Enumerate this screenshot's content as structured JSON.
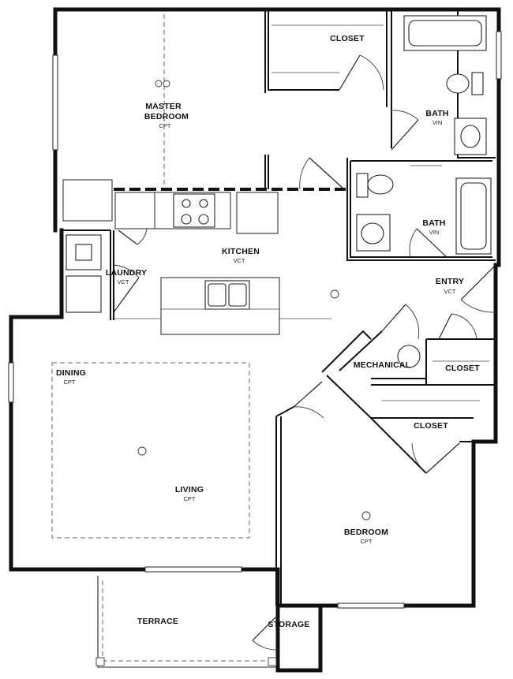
{
  "rooms": {
    "master_bedroom": {
      "name_line1": "MASTER",
      "name_line2": "BEDROOM",
      "finish": "CPT"
    },
    "closet_master": {
      "name": "CLOSET"
    },
    "bath_master": {
      "name": "BATH",
      "finish": "VIN"
    },
    "bath_second": {
      "name": "BATH",
      "finish": "VIN"
    },
    "kitchen": {
      "name": "KITCHEN",
      "finish": "VCT"
    },
    "laundry": {
      "name": "LAUNDRY",
      "finish": "VCT"
    },
    "entry": {
      "name": "ENTRY",
      "finish": "VCT"
    },
    "mechanical": {
      "name": "MECHANICAL"
    },
    "closet_entry": {
      "name": "CLOSET"
    },
    "closet_bedroom": {
      "name": "CLOSET"
    },
    "dining": {
      "name": "DINING",
      "finish": "CPT"
    },
    "living": {
      "name": "LIVING",
      "finish": "CPT"
    },
    "bedroom": {
      "name": "BEDROOM",
      "finish": "CPT"
    },
    "terrace": {
      "name": "TERRACE"
    },
    "storage": {
      "name": "STORAGE"
    }
  },
  "colors": {
    "ink": "#111111",
    "paper": "#ffffff"
  }
}
